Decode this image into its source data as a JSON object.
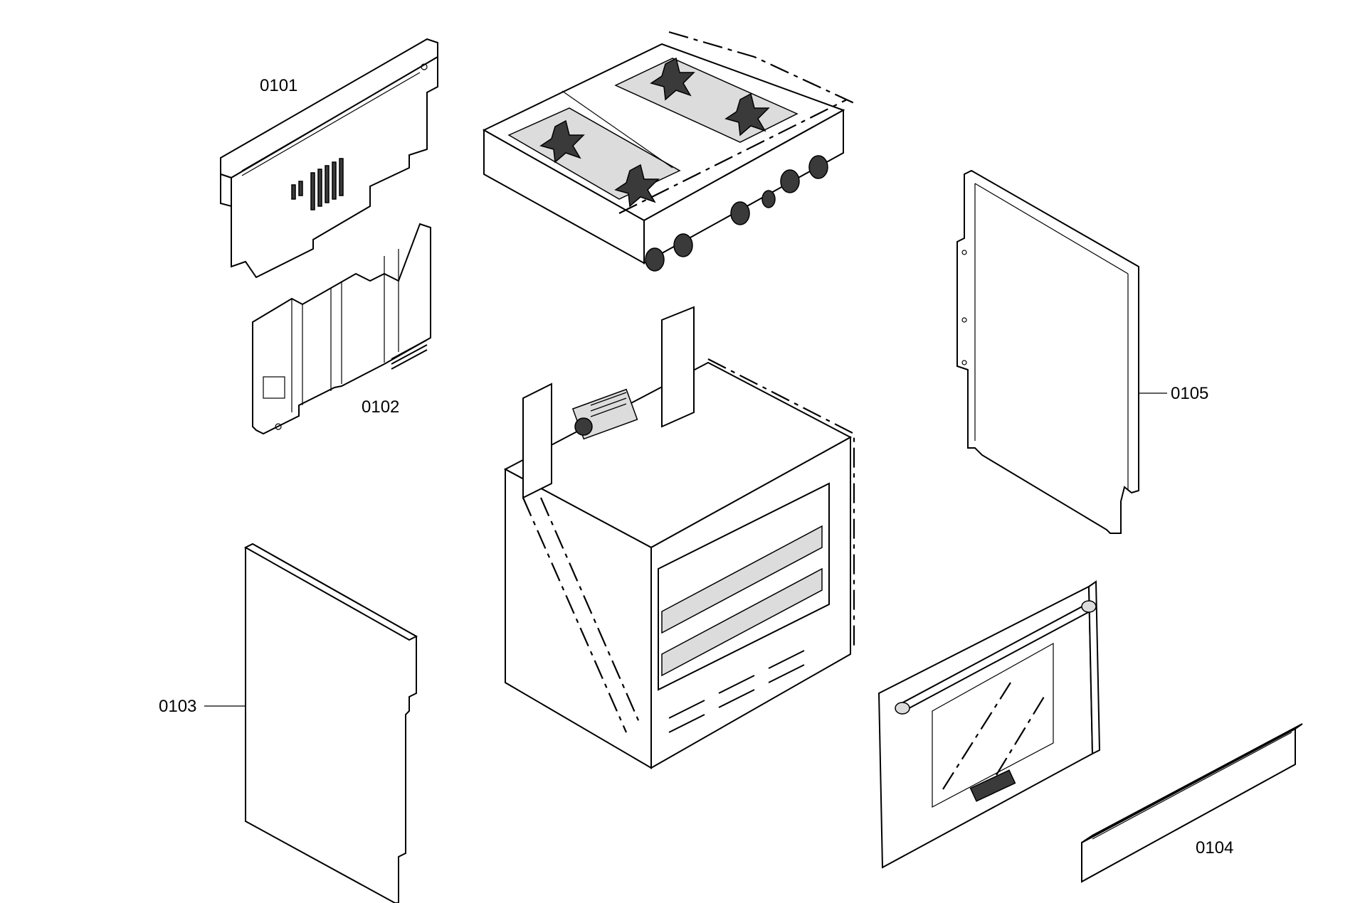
{
  "diagram": {
    "parts": [
      {
        "id": "0101"
      },
      {
        "id": "0102"
      },
      {
        "id": "0103"
      },
      {
        "id": "0104"
      },
      {
        "id": "0105"
      }
    ]
  }
}
